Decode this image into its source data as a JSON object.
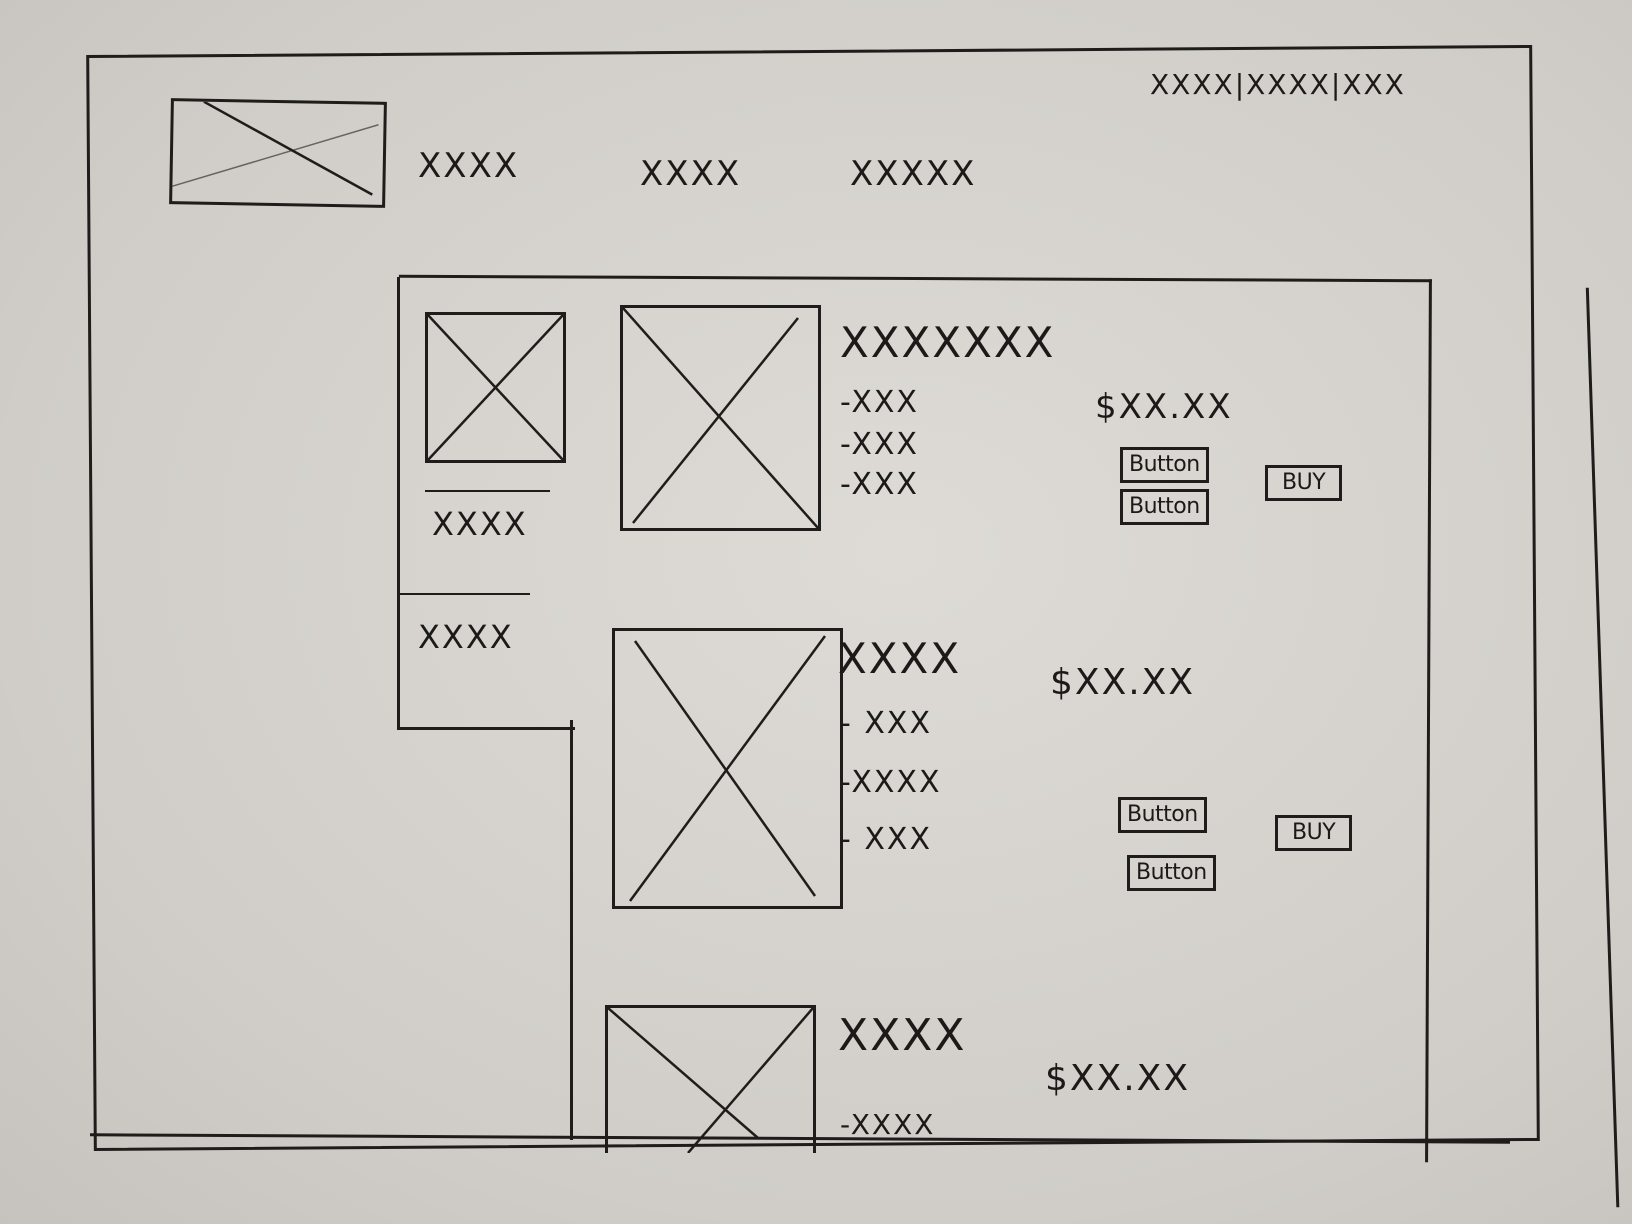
{
  "header": {
    "top_links": "XXXX|XXXX|XXX",
    "nav": [
      "XXXX",
      "XXXX",
      "XXXXX"
    ]
  },
  "sidebar": {
    "items": [
      "XXXX",
      "XXXX"
    ]
  },
  "products": [
    {
      "title": "XXXXXXX",
      "features": [
        "-XXX",
        "-XXX",
        "-XXX"
      ],
      "price": "$XX.XX",
      "buttons": [
        "Button",
        "Button"
      ],
      "buy_label": "BUY"
    },
    {
      "title": "XXXX",
      "features": [
        "- XXX",
        "-XXXX",
        "- XXX"
      ],
      "price": "$XX.XX",
      "buttons": [
        "Button",
        "Button"
      ],
      "buy_label": "BUY"
    },
    {
      "title": "XXXX",
      "features": [
        "-XXXX"
      ],
      "price": "$XX.XX"
    }
  ]
}
